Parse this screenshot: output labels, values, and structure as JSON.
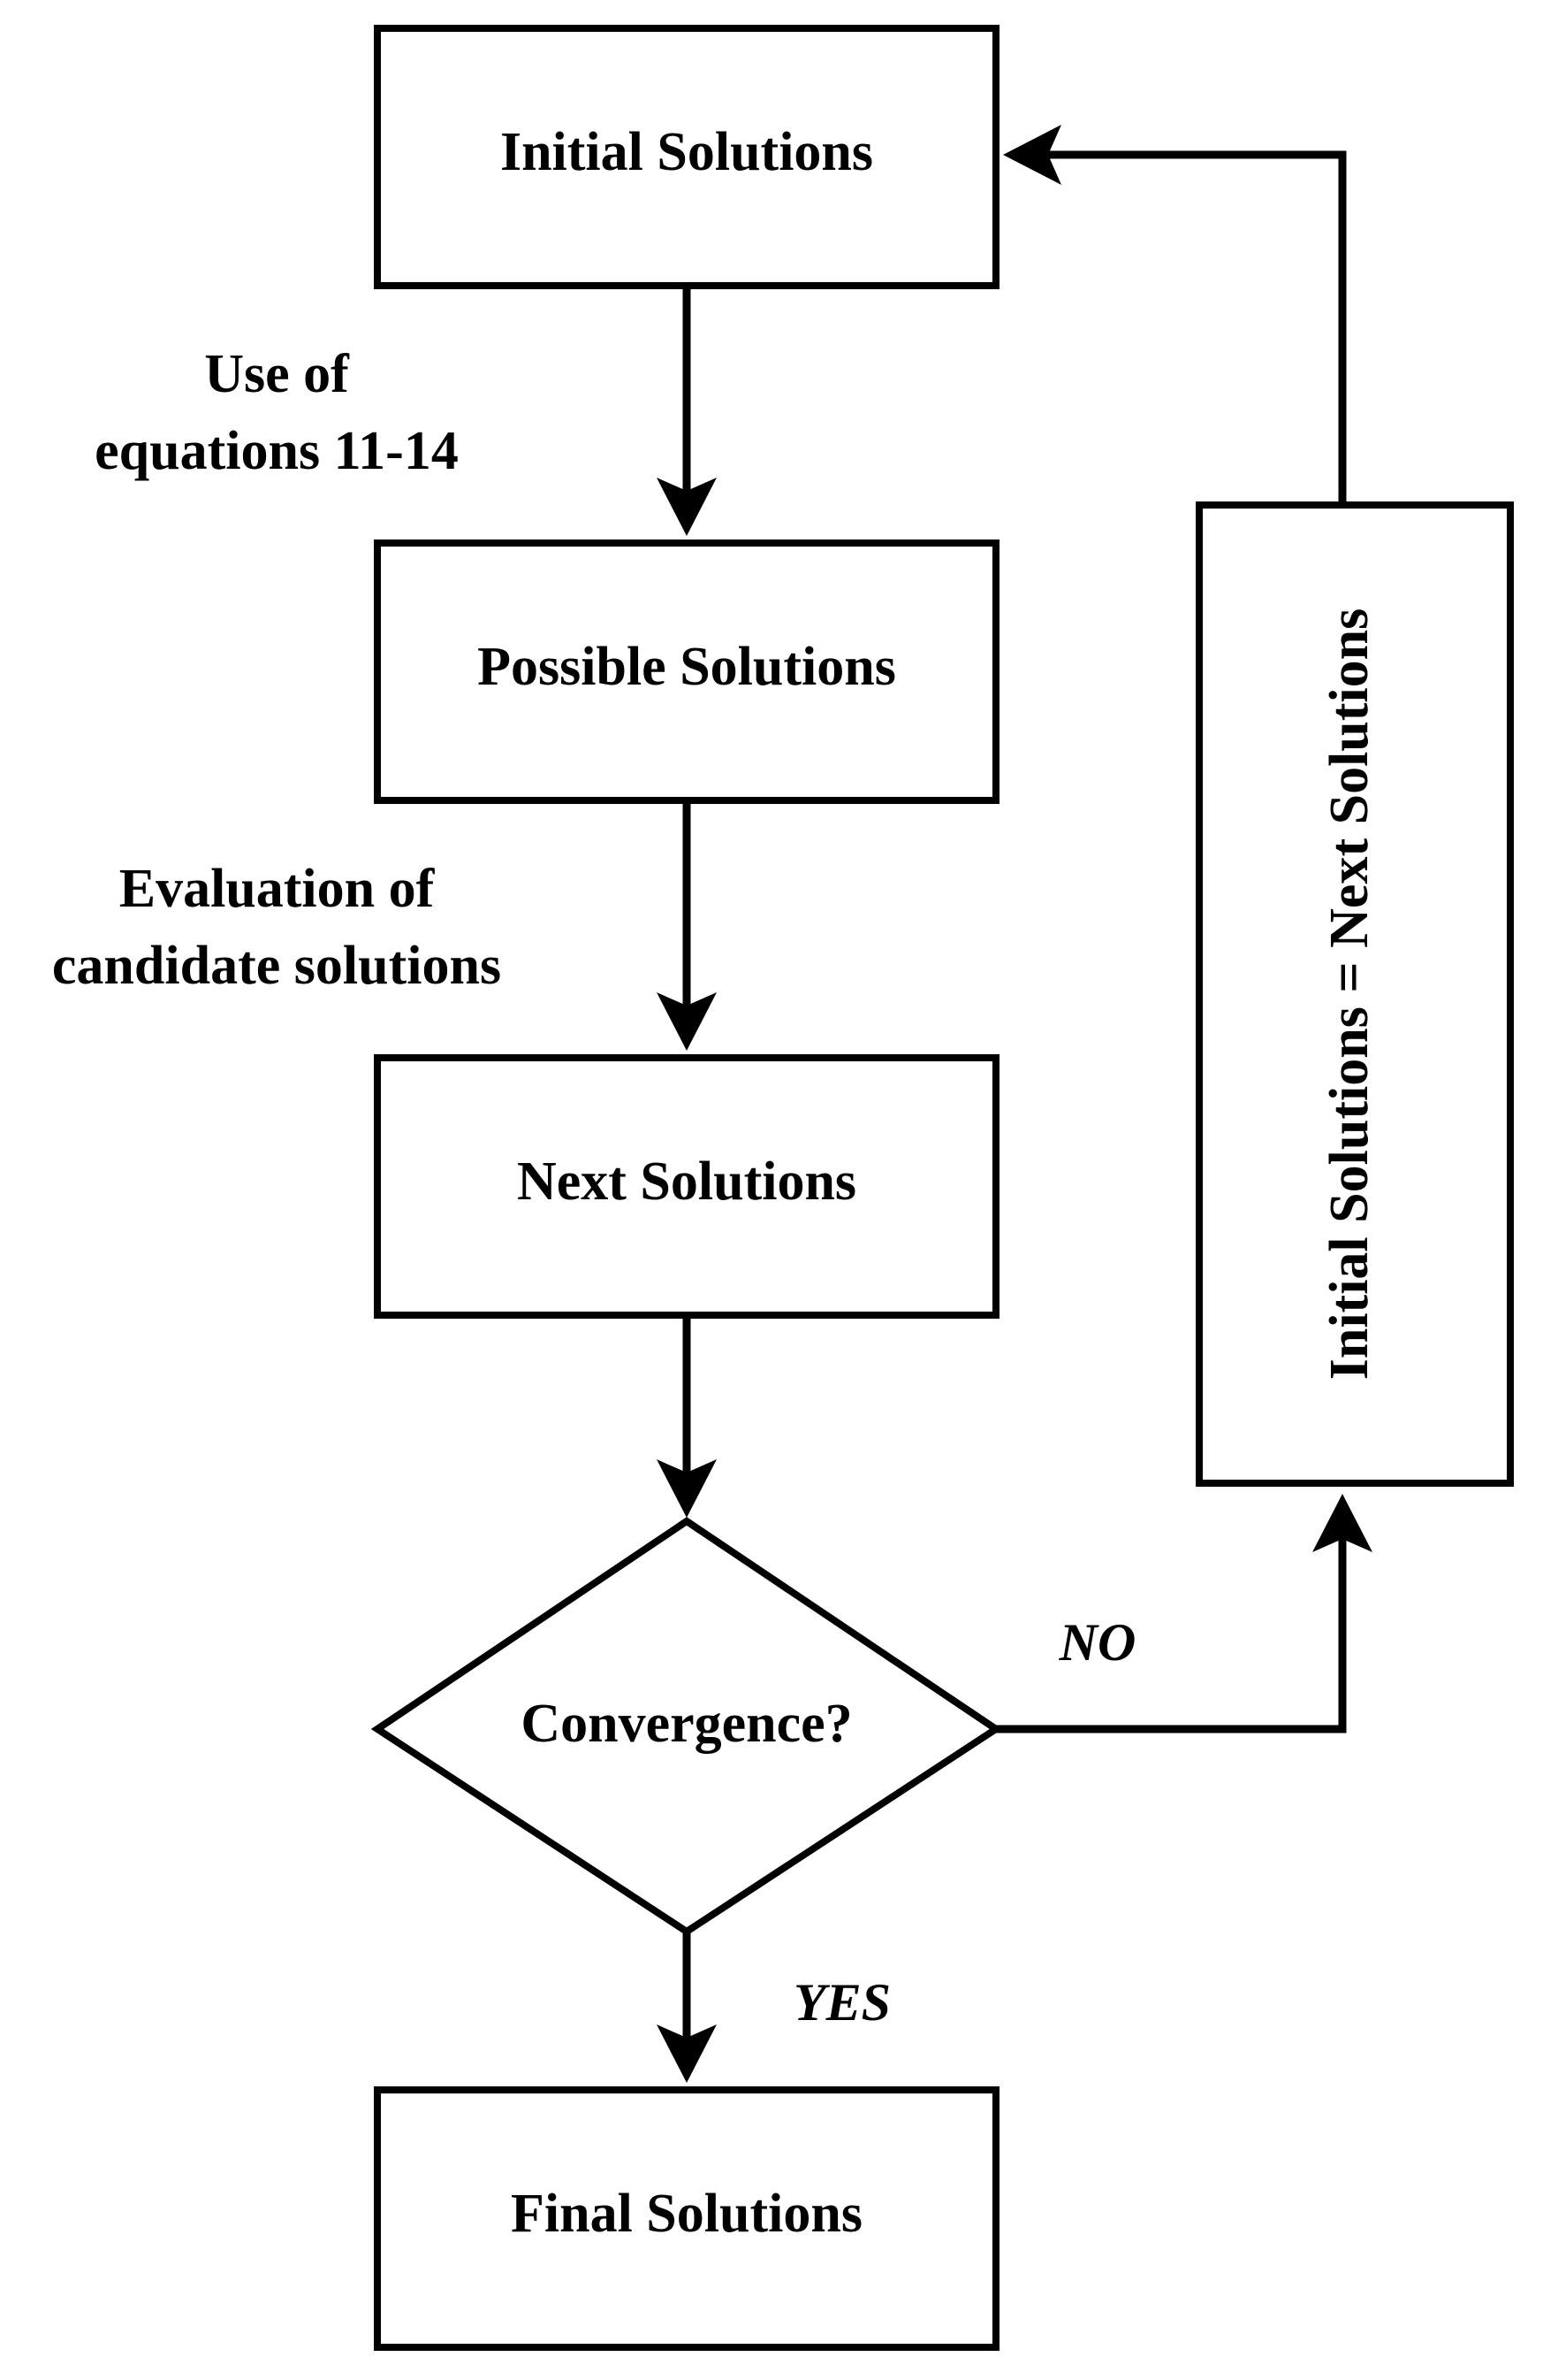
{
  "nodes": {
    "initial": "Initial Solutions",
    "possible": "Possible Solutions",
    "next": "Next Solutions",
    "decision": "Convergence?",
    "final": "Final Solutions",
    "update": "Initial Solutions = Next Solutions"
  },
  "edge_labels": {
    "initial_to_possible": [
      "Use of",
      "equations 11-14"
    ],
    "possible_to_next": [
      "Evaluation of",
      "candidate solutions"
    ],
    "no": "NO",
    "yes": "YES"
  }
}
